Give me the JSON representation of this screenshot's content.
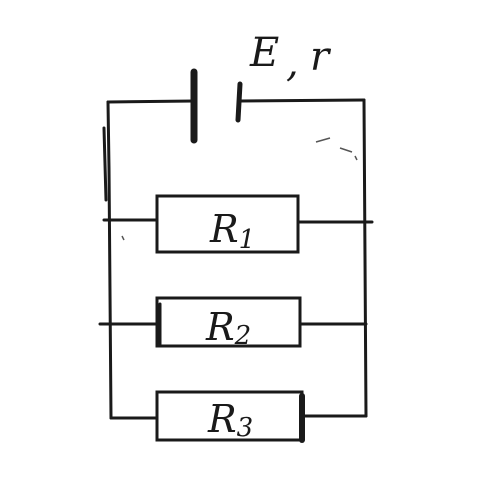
{
  "source": {
    "emf_label": "E",
    "separator": ",",
    "resistance_label": "r"
  },
  "resistors": [
    {
      "letter": "R",
      "index": "1"
    },
    {
      "letter": "R",
      "index": "2"
    },
    {
      "letter": "R",
      "index": "3"
    }
  ],
  "colors": {
    "ink": "#1a1a1a",
    "paper": "#ffffff"
  }
}
